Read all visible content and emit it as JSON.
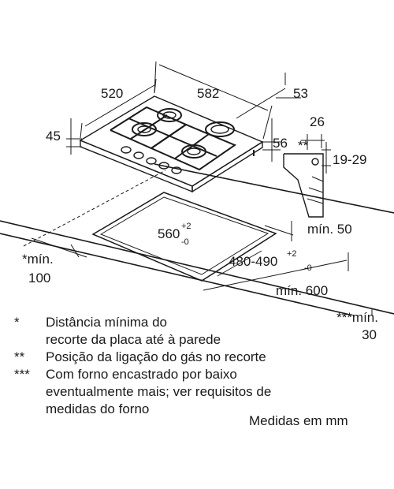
{
  "dimensions": {
    "hob_depth": "520",
    "hob_width": "582",
    "right_offset": "53",
    "hob_height": "45",
    "gas_height": "56",
    "gas_offset": "26",
    "gas_marker": "**",
    "gas_range": "19-29",
    "cutout_width": "560",
    "cutout_width_tol_plus": "+2",
    "cutout_width_tol_minus": "-0",
    "cutout_depth": "480-490",
    "cutout_depth_tol_plus": "+2",
    "cutout_depth_tol_minus": "-0",
    "min_back": "mín. 50",
    "min_front": "mín. 600",
    "min_wall_line1": "*mín.",
    "min_wall_line2": "100",
    "min_oven_line1": "***mín.",
    "min_oven_line2": "30"
  },
  "notes": [
    {
      "mark": "*",
      "lines": [
        "Distância mínima do",
        "recorte da placa até à parede"
      ]
    },
    {
      "mark": "**",
      "lines": [
        "Posição da ligação do gás no recorte"
      ]
    },
    {
      "mark": "***",
      "lines": [
        "Com forno encastrado por baixo",
        "eventualmente mais; ver requisitos de",
        "medidas do forno"
      ]
    }
  ],
  "units": "Medidas em mm"
}
